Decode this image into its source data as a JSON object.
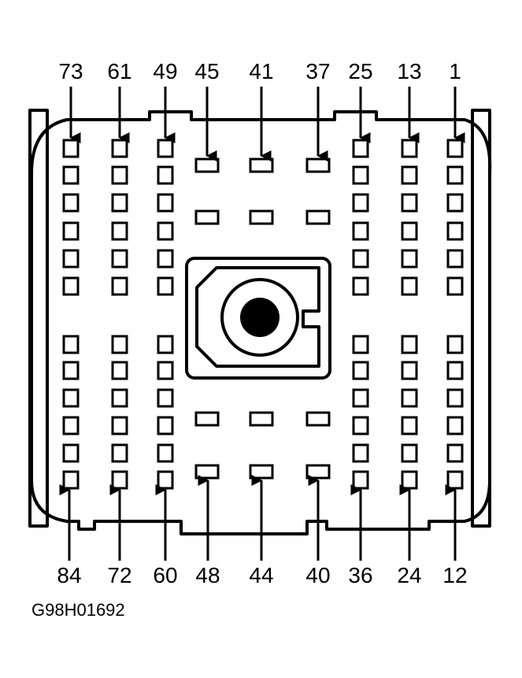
{
  "figure": {
    "id": "G98H01692"
  },
  "pin_labels": {
    "top": [
      {
        "id": "73",
        "text": "73"
      },
      {
        "id": "61",
        "text": "61"
      },
      {
        "id": "49",
        "text": "49"
      },
      {
        "id": "45",
        "text": "45"
      },
      {
        "id": "41",
        "text": "41"
      },
      {
        "id": "37",
        "text": "37"
      },
      {
        "id": "25",
        "text": "25"
      },
      {
        "id": "13",
        "text": "13"
      },
      {
        "id": "1",
        "text": "1"
      }
    ],
    "bottom": [
      {
        "id": "84",
        "text": "84"
      },
      {
        "id": "72",
        "text": "72"
      },
      {
        "id": "60",
        "text": "60"
      },
      {
        "id": "48",
        "text": "48"
      },
      {
        "id": "44",
        "text": "44"
      },
      {
        "id": "40",
        "text": "40"
      },
      {
        "id": "36",
        "text": "36"
      },
      {
        "id": "24",
        "text": "24"
      },
      {
        "id": "12",
        "text": "12"
      }
    ]
  }
}
